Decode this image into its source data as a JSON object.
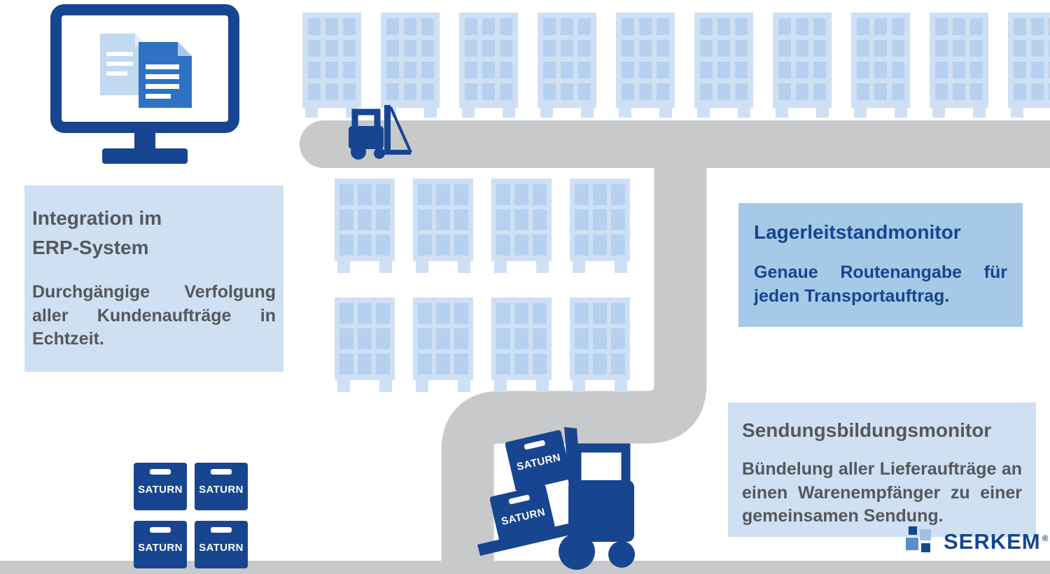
{
  "cards": {
    "erp": {
      "title_line1": "Integration im",
      "title_line2": "ERP-System",
      "body": "Durchgängige Verfolgung aller Kundenaufträge in Echtzeit."
    },
    "lagerleitstand": {
      "title": "Lagerleitstandmonitor",
      "body": "Genaue Routenangabe für jeden Transportauftrag."
    },
    "sendungsbildung": {
      "title": "Sendungsbildungsmonitor",
      "body": "Bündelung aller Lieferaufträge an einen Warenempfänger zu einer gemeinsamen Sendung."
    }
  },
  "saturn": {
    "label": "SATURN"
  },
  "logo": {
    "name": "SERKEM",
    "registered": "®"
  },
  "icons": {
    "monitor": "erp-monitor-icon",
    "forklift_small": "forklift-icon",
    "forklift_large": "forklift-with-boxes-icon",
    "rack": "warehouse-rack-icon",
    "logo_mark": "serkem-squares-icon"
  },
  "colors": {
    "brand_blue": "#17458f",
    "rack_fill": "#cfe0f4",
    "rack_cell": "#b5d1ef",
    "card_light": "#cfe0f2",
    "card_medium": "#a6c9e8",
    "road_gray": "#c8c9ca",
    "text_gray": "#54585d",
    "document_blue": "#2f72c4"
  }
}
